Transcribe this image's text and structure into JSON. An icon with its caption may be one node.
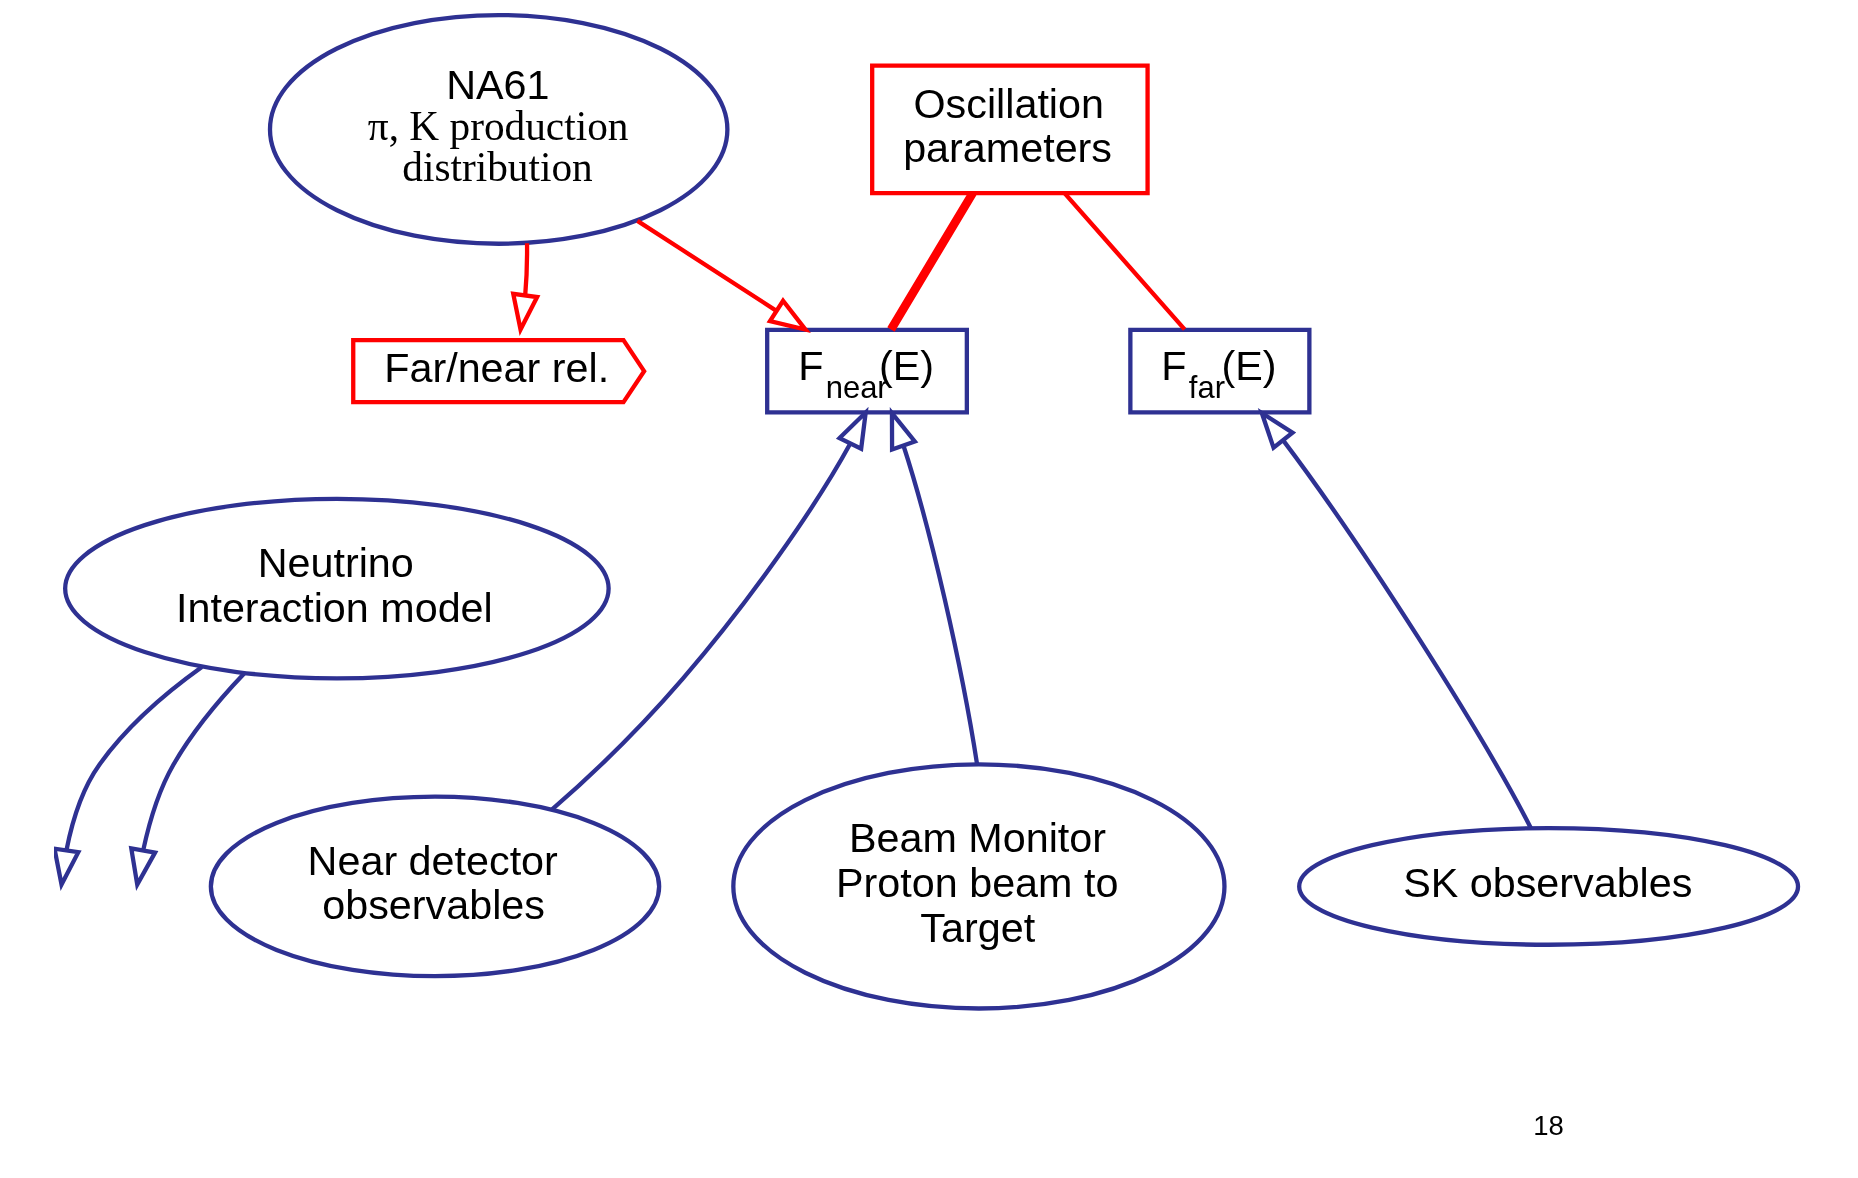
{
  "diagram": {
    "nodes": [
      {
        "text": [
          "NA61",
          "π, K production distribution"
        ]
      },
      {
        "text": [
          "Oscillation parameters"
        ]
      },
      {
        "text": [
          "F$_{near}$(E)"
        ]
      },
      {
        "text": [
          "Far/near rel."
        ]
      },
      {
        "text": [
          "F$_{far}$(E)"
        ]
      },
      {
        "text": [
          "Neutrino Interaction model"
        ]
      },
      {
        "text": [
          "Beam Monitor Proton beam to Target"
        ]
      },
      {
        "text": [
          "Near detector observables"
        ]
      },
      {
        "text": [
          "SK observables"
        ]
      }
    ],
    "edges": [
      {
        "from": 0,
        "to": 2,
        "arrow": "to",
        "color": "#ff0000"
      },
      {
        "from": 0,
        "to": 3,
        "arrow": "to",
        "color": "#ff0000"
      },
      {
        "from": 1,
        "to": 2,
        "arrow": "none",
        "style": "thick",
        "color": "#ff0000"
      },
      {
        "from": 1,
        "to": 4,
        "arrow": "none",
        "color": "#ff0000"
      },
      {
        "from": 6,
        "to": 2,
        "arrow": "to"
      },
      {
        "from": 7,
        "to": 2,
        "arrow": "to"
      },
      {
        "from": 5,
        "to": null,
        "arrow": "to"
      },
      {
        "from": 5,
        "to": null,
        "arrow": "to"
      },
      {
        "from": 8,
        "to": 4,
        "arrow": "to"
      }
    ],
    "labels": [
      "18"
    ]
  }
}
